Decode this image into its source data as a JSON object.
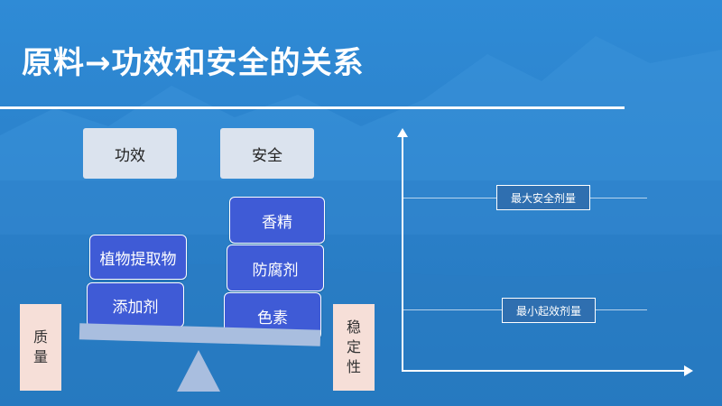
{
  "slide": {
    "title": "原料→功效和安全的关系"
  },
  "balance": {
    "left_header": "功效",
    "right_header": "安全",
    "left_items": [
      "植物提取物",
      "添加剂"
    ],
    "right_items": [
      "香精",
      "防腐剂",
      "色素"
    ],
    "left_side_label": [
      "质",
      "量"
    ],
    "right_side_label": [
      "稳",
      "定",
      "性"
    ]
  },
  "graph": {
    "upper_line_label": "最大安全剂量",
    "lower_line_label": "最小起效剂量"
  },
  "colors": {
    "background": "#2f8bd6",
    "item_fill": "#3f5bd6",
    "header_fill": "#dbe3ee",
    "beam_fill": "#a9bedf",
    "side_box_fill": "#f6dfd8",
    "label_fill": "#2f6fb0"
  }
}
